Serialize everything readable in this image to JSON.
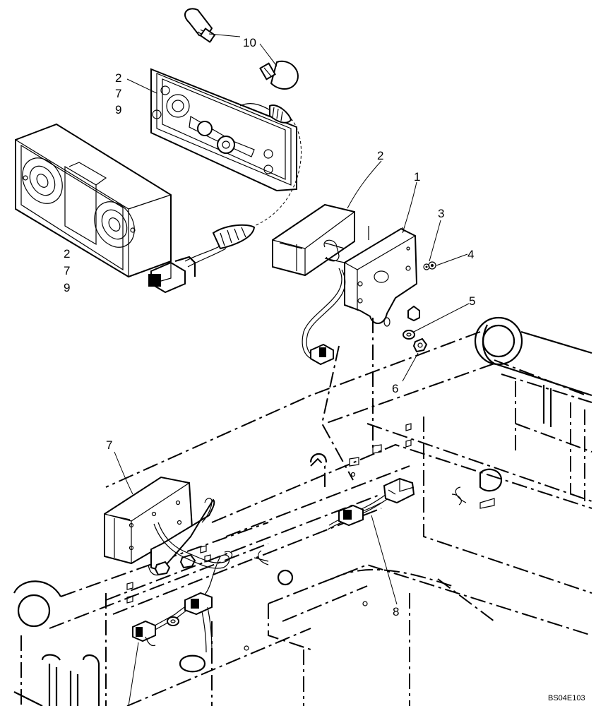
{
  "diagram": {
    "callouts": {
      "c10": "10",
      "c2_top": "2",
      "c7_top": "7",
      "c9_top": "9",
      "c2_left": "2",
      "c7_left": "7",
      "c9_left": "9",
      "c2_right": "2",
      "c1": "1",
      "c3": "3",
      "c4": "4",
      "c5": "5",
      "c6": "6",
      "c7_low": "7",
      "c8": "8"
    },
    "reference_code": "BS04E103"
  }
}
